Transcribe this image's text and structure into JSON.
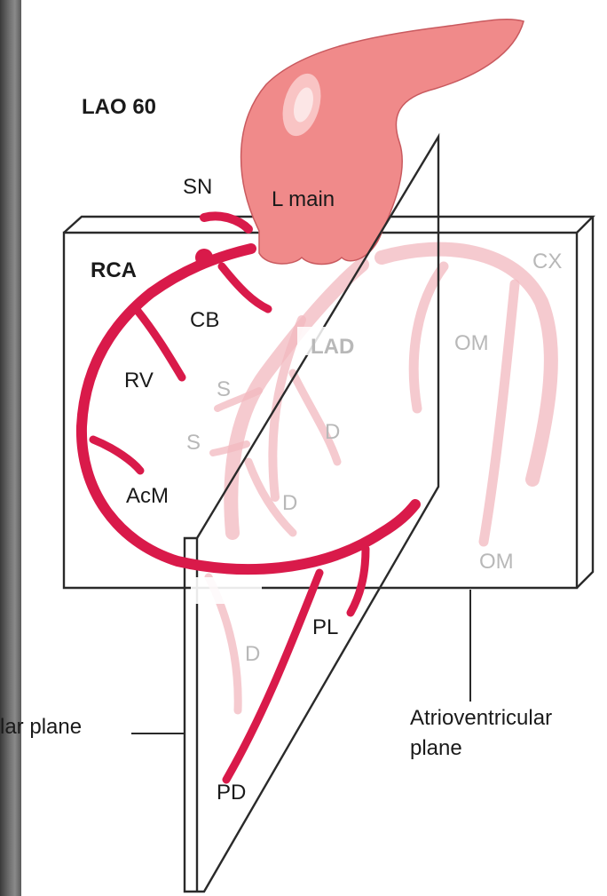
{
  "title": "LAO 60",
  "labels": {
    "sn": "SN",
    "l_main": "L main",
    "rca": "RCA",
    "cb": "CB",
    "rv": "RV",
    "acm": "AcM",
    "lad": "LAD",
    "s1": "S",
    "s2": "S",
    "d1": "D",
    "d2": "D",
    "d3": "D",
    "cx": "CX",
    "om1": "OM",
    "om2": "OM",
    "pl": "PL",
    "pd": "PD",
    "septal_plane": "lar plane",
    "av_plane_line1": "Atrioventricular",
    "av_plane_line2": "plane"
  },
  "colors": {
    "rca": "#d91a4a",
    "left_coronary_faded": "#f2b8bf",
    "aorta": "#f08a8a",
    "plane_outline": "#2a2a2a"
  }
}
